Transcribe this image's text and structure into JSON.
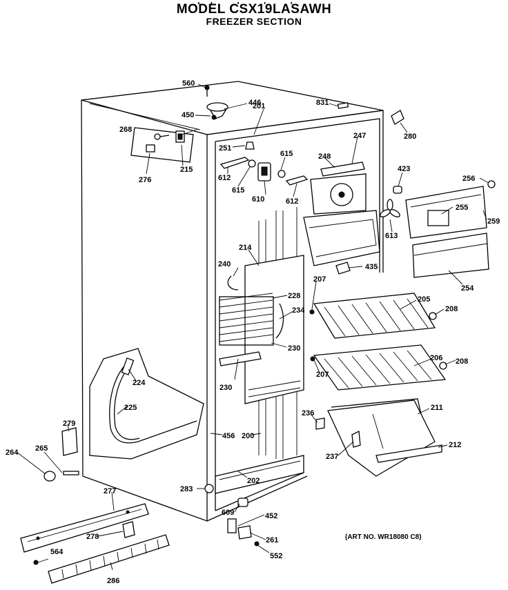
{
  "header": {
    "top_fragment": "' ' - ' - ' - ' -",
    "model": "MODEL CSX19LASAWH",
    "section": "FREEZER SECTION"
  },
  "art_number": "(ART NO. WR18080 C8)",
  "parts": {
    "p560": "560",
    "p446": "446",
    "p450": "450",
    "p201": "201",
    "p831": "831",
    "p280": "280",
    "p268": "268",
    "p276": "276",
    "p215": "215",
    "p251": "251",
    "p615a": "615",
    "p248": "248",
    "p247": "247",
    "p612a": "612",
    "p615b": "615",
    "p610": "610",
    "p612b": "612",
    "p423": "423",
    "p256": "256",
    "p255": "255",
    "p259": "259",
    "p613": "613",
    "p214": "214",
    "p240": "240",
    "p435": "435",
    "p254": "254",
    "p207a": "207",
    "p228": "228",
    "p234": "234",
    "p205": "205",
    "p208a": "208",
    "p230a": "230",
    "p206": "206",
    "p208b": "208",
    "p230b": "230",
    "p207b": "207",
    "p224": "224",
    "p225": "225",
    "p236": "236",
    "p211": "211",
    "p279": "279",
    "p456": "456",
    "p200": "200",
    "p212": "212",
    "p264": "264",
    "p265": "265",
    "p237": "237",
    "p202": "202",
    "p283": "283",
    "p277": "277",
    "p609": "609",
    "p452": "452",
    "p278": "278",
    "p261": "261",
    "p564": "564",
    "p552": "552",
    "p286": "286"
  }
}
